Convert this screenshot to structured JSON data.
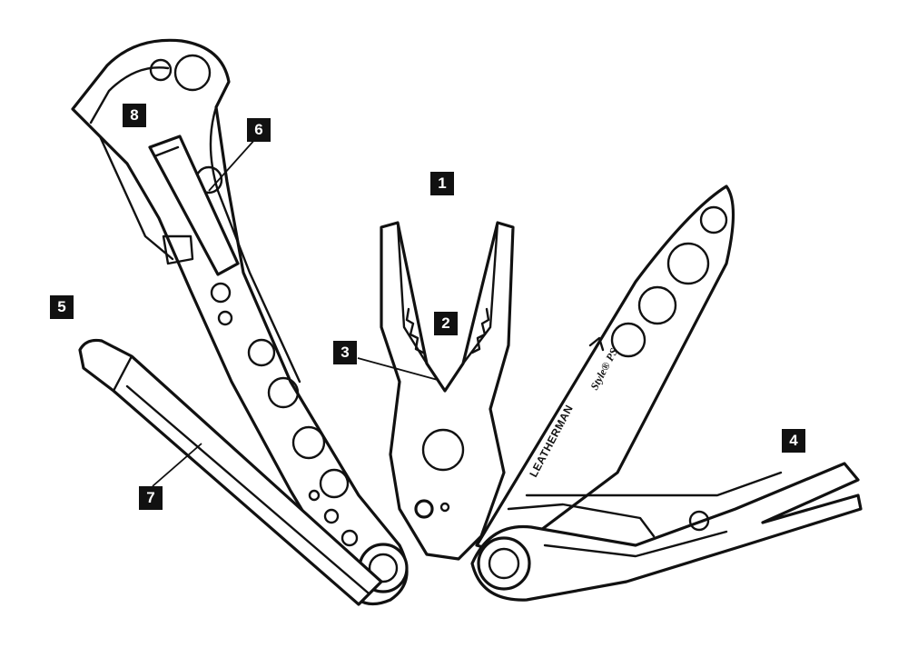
{
  "brand_text": "LEATHERMAN",
  "model_text": "Style® PS",
  "callouts": [
    {
      "id": "1",
      "label": "1"
    },
    {
      "id": "2",
      "label": "2"
    },
    {
      "id": "3",
      "label": "3"
    },
    {
      "id": "4",
      "label": "4"
    },
    {
      "id": "5",
      "label": "5"
    },
    {
      "id": "6",
      "label": "6"
    },
    {
      "id": "7",
      "label": "7"
    },
    {
      "id": "8",
      "label": "8"
    }
  ],
  "colors": {
    "line": "#111111",
    "background": "#ffffff",
    "callout_bg": "#111111",
    "callout_text": "#ffffff"
  }
}
